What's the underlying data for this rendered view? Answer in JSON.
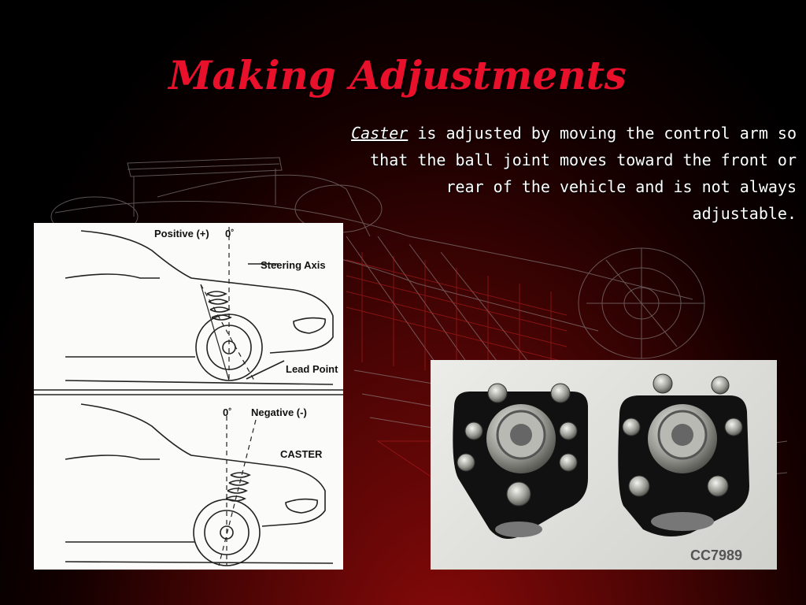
{
  "slide": {
    "title": "Making Adjustments",
    "body": {
      "term": "Caster",
      "text": " is adjusted by moving the control arm so that the ball joint moves toward the front or rear of the vehicle and is not always adjustable."
    }
  },
  "diagram": {
    "positive_label": "Positive (+)",
    "zero_label_top": "0˚",
    "steering_axis_label": "Steering Axis",
    "lead_point_label": "Lead Point",
    "zero_label_bottom": "0˚",
    "negative_label": "Negative (-)",
    "caster_label": "CASTER"
  },
  "photo": {
    "code": "CC7989"
  },
  "colors": {
    "title": "#e8102a",
    "background": "#000000",
    "accent_red": "#8a0a0a"
  }
}
